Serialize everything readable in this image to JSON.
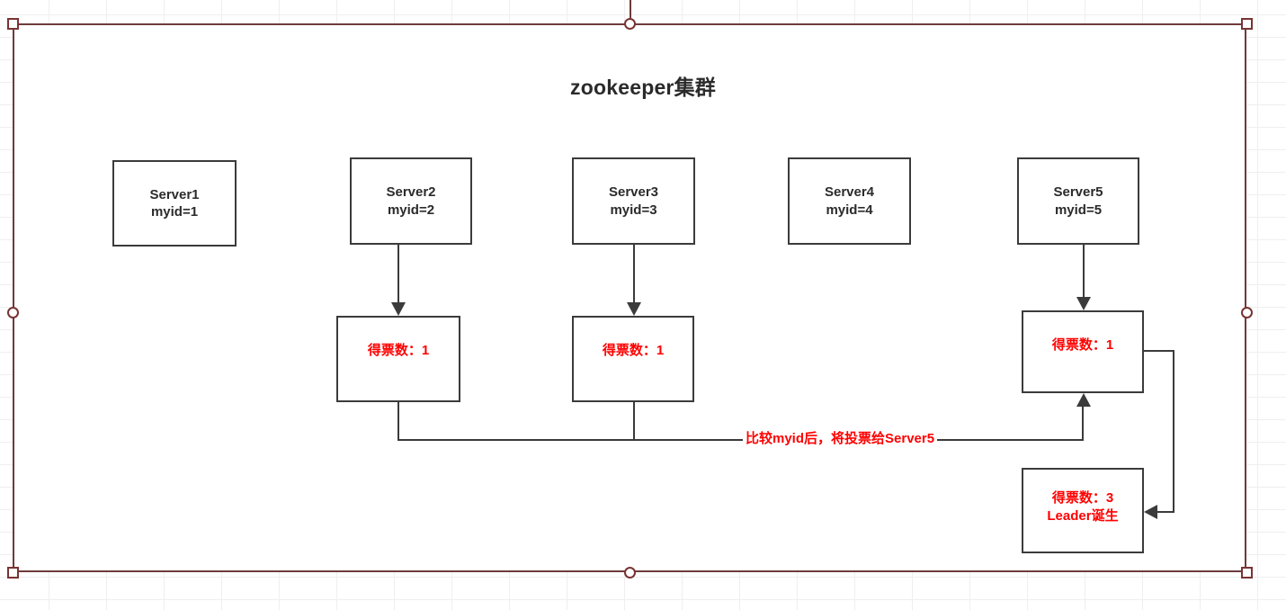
{
  "diagram": {
    "title": "zookeeper集群",
    "servers": [
      {
        "name": "Server1",
        "myid": "myid=1"
      },
      {
        "name": "Server2",
        "myid": "myid=2"
      },
      {
        "name": "Server3",
        "myid": "myid=3"
      },
      {
        "name": "Server4",
        "myid": "myid=4"
      },
      {
        "name": "Server5",
        "myid": "myid=5"
      }
    ],
    "vote_boxes": [
      {
        "id": "server2-votes",
        "text": "得票数：1"
      },
      {
        "id": "server3-votes",
        "text": "得票数：1"
      },
      {
        "id": "server5-votes",
        "text": "得票数：1"
      }
    ],
    "leader_box": {
      "votes": "得票数：3",
      "status": "Leader诞生"
    },
    "edge_label": "比较myid后，将投票给Server5",
    "colors": {
      "box_border": "#3b3b3b",
      "text": "#2b2b2b",
      "highlight": "#ff0000",
      "selection": "#7a3333",
      "connector": "#3b3b3b"
    }
  }
}
